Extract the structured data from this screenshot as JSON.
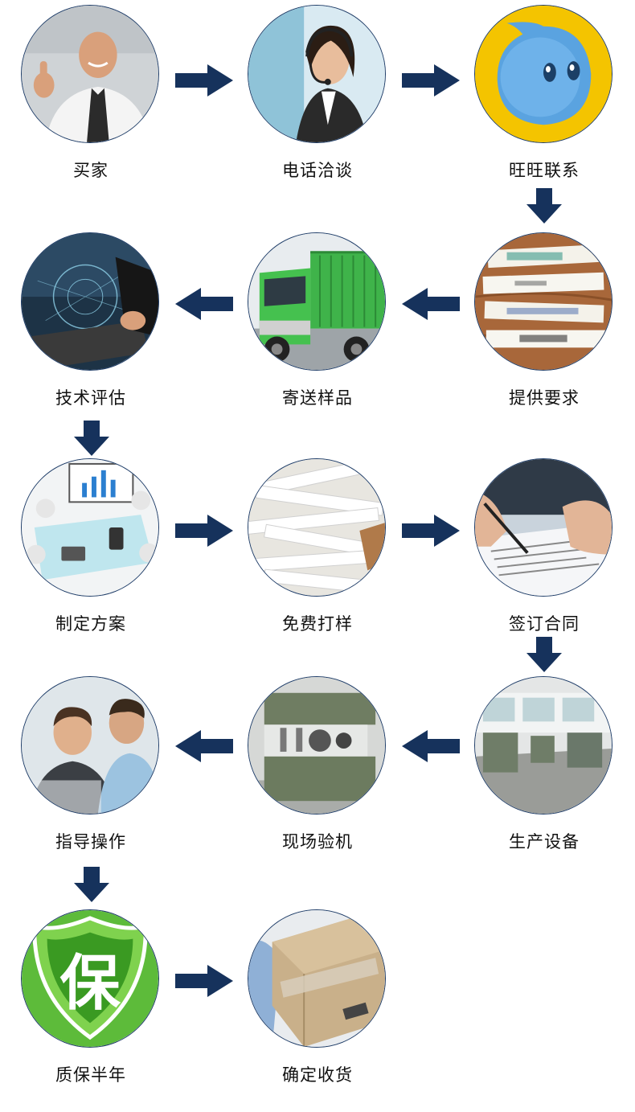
{
  "steps": [
    {
      "label": "买家",
      "icon": "buyer-thumbs-up-icon"
    },
    {
      "label": "电话洽谈",
      "icon": "phone-headset-icon"
    },
    {
      "label": "旺旺联系",
      "icon": "wangwang-chat-icon"
    },
    {
      "label": "提供要求",
      "icon": "requirement-labels-icon"
    },
    {
      "label": "寄送样品",
      "icon": "delivery-truck-icon"
    },
    {
      "label": "技术评估",
      "icon": "tech-tablet-icon"
    },
    {
      "label": "制定方案",
      "icon": "meeting-plan-icon"
    },
    {
      "label": "免费打样",
      "icon": "sample-packets-icon"
    },
    {
      "label": "签订合同",
      "icon": "contract-signing-icon"
    },
    {
      "label": "生产设备",
      "icon": "factory-floor-icon"
    },
    {
      "label": "现场验机",
      "icon": "machine-inspection-icon"
    },
    {
      "label": "指导操作",
      "icon": "operation-guide-icon"
    },
    {
      "label": "质保半年",
      "icon": "warranty-shield-icon"
    },
    {
      "label": "确定收货",
      "icon": "package-box-icon"
    }
  ],
  "warranty_glyph": "保",
  "colors": {
    "arrow": "#16325c",
    "border": "#1f3d68",
    "label": "#111111"
  }
}
